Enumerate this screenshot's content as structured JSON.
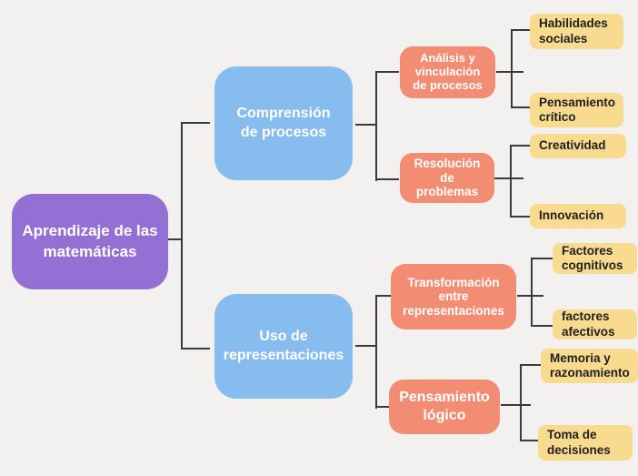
{
  "diagram": {
    "type": "mindmap",
    "colors": {
      "background": "#F2F1EF",
      "root_node": "#9470D4",
      "branch_node": "#87BDEE",
      "subtopic_node": "#F28C72",
      "leaf_node": "#F8DB8F",
      "node_text": "#FFFFFF",
      "leaf_text": "#202020",
      "connector": "#3A3A3A"
    },
    "mindmap": {
      "root": {
        "label": "Aprendizaje de las\nmatemáticas"
      },
      "branches": [
        {
          "label": "Comprensión\nde procesos",
          "children": [
            {
              "label": "Análisis y\nvinculación\nde procesos",
              "children": [
                {
                  "label": "Habilidades\nsociales"
                },
                {
                  "label": "Pensamiento\ncrítico"
                }
              ]
            },
            {
              "label": "Resolución\nde\nproblemas",
              "children": [
                {
                  "label": "Creatividad"
                },
                {
                  "label": "Innovación"
                }
              ]
            }
          ]
        },
        {
          "label": "Uso de\nrepresentaciones",
          "children": [
            {
              "label": "Transformación\nentre\nrepresentaciones",
              "children": [
                {
                  "label": "Factores\ncognitivos"
                },
                {
                  "label": "factores\nafectivos"
                }
              ]
            },
            {
              "label": "Pensamiento\nlógico",
              "children": [
                {
                  "label": "Memoria y\nrazonamiento"
                },
                {
                  "label": "Toma de\ndecisiones"
                }
              ]
            }
          ]
        }
      ]
    }
  }
}
